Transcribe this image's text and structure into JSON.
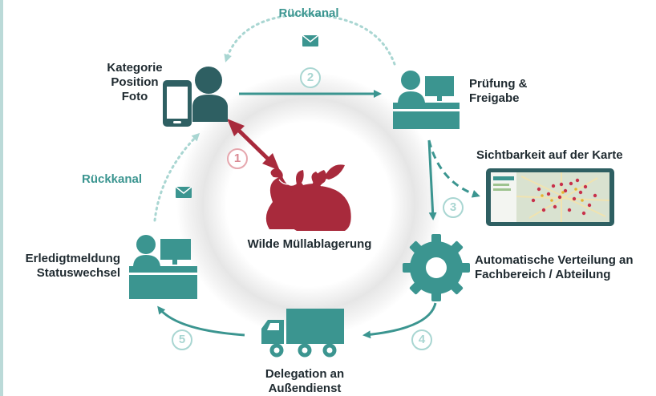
{
  "labels": {
    "top_left": [
      "Kategorie",
      "Position",
      "Foto"
    ],
    "top_right": [
      "Prüfung &",
      "Freigabe"
    ],
    "map": "Sichtbarkeit auf der Karte",
    "gear": [
      "Automatische Verteilung an",
      "Fachbereich / Abteilung"
    ],
    "truck": [
      "Delegation an",
      "Außendienst"
    ],
    "left": [
      "Erledigtmeldung",
      "Statuswechsel"
    ],
    "center": "Wilde Müllablagerung",
    "feedback_top": "Rückkanal",
    "feedback_left": "Rückkanal"
  },
  "steps": [
    "1",
    "2",
    "3",
    "4",
    "5"
  ],
  "colors": {
    "teal_dark": "#2e5f62",
    "teal": "#3b9590",
    "teal_light": "#a9d6d2",
    "red": "#a82a3c",
    "text": "#1f2a30"
  },
  "icons": [
    "smartphone-icon",
    "user-icon",
    "desk-worker-icon",
    "map-screen-icon",
    "gear-icon",
    "truck-icon",
    "garbage-bags-icon",
    "envelope-icon"
  ]
}
